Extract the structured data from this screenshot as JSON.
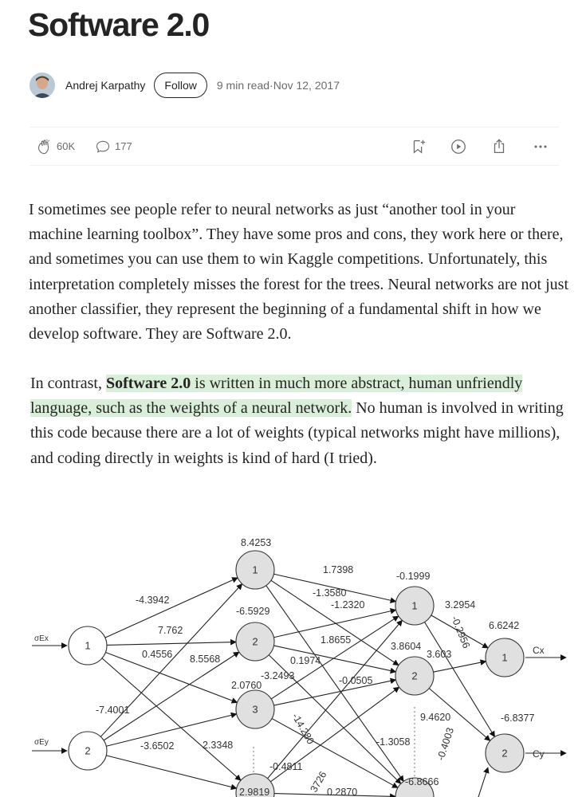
{
  "article": {
    "title": "Software 2.0",
    "author": "Andrej Karpathy",
    "follow_label": "Follow",
    "read_time": "9 min read",
    "separator": "·",
    "date": "Nov 12, 2017",
    "claps": "60K",
    "responses": "177"
  },
  "icons": [
    "clap-icon",
    "comment-icon",
    "bookmark-icon",
    "play-icon",
    "share-icon",
    "more-icon"
  ],
  "body": {
    "p1": "I sometimes see people refer to neural networks as just “another tool in your machine learning toolbox”. They have some pros and cons, they work here or there, and sometimes you can use them to win Kaggle competitions. Unfortunately, this interpretation completely misses the forest for the trees. Neural networks are not just another classifier, they represent the beginning of a fundamental shift in how we develop software. They are Software 2.0.",
    "p2_start": "In contrast, ",
    "p2_bold": "Software 2.0",
    "p2_highlight": " is written in much more abstract, human unfriendly language, such as the weights of a neural network.",
    "p2_end": " No human is involved in writing this code because there are a lot of weights (typical networks might have millions), and coding directly in weights is kind of hard (I tried)."
  },
  "figure": {
    "input_labels": [
      "σEx",
      "σEy"
    ],
    "output_labels": [
      "Cx",
      "Cy"
    ],
    "inputs": [
      "1",
      "2"
    ],
    "hidden1": [
      "1",
      "2",
      "3"
    ],
    "hidden2": [
      "1",
      "2"
    ],
    "outputs": [
      "1",
      "2"
    ],
    "labels": [
      "8.4253",
      "-4.3942",
      "7.762",
      "0.4556",
      "8.5568",
      "-6.5929",
      "-7.4001",
      "-3.6502",
      "2.3348",
      "2.0760",
      "-3.2493",
      "1.7398",
      "-1.3580",
      "-1.2320",
      "-0.1999",
      "1.8655",
      "0.1974",
      "-0.0505",
      "3.8604",
      "3.603",
      "3.2954",
      "-0.2956",
      "6.6242",
      "-14.280",
      "-1.3058",
      "9.4620",
      "-6.8377",
      "-0.4003",
      "-0.4811",
      "-6.8666",
      "3726",
      "0.2870",
      "2.9819"
    ]
  },
  "colors": {
    "highlight": "#d9efd9",
    "text": "#242424",
    "muted": "#6b6b6b",
    "node_fill": "#e0e0e0"
  }
}
